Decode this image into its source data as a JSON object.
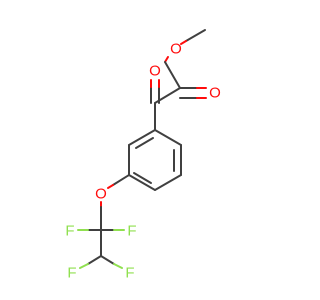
{
  "molecule": {
    "atom_labels": {
      "o_ester_single": "O",
      "o_ester_double": "O",
      "o_ketone": "O",
      "o_ether": "O",
      "f1": "F",
      "f2": "F",
      "f3": "F",
      "f4": "F"
    },
    "colors": {
      "carbon_bond": "#404040",
      "oxygen": "#ff0d0d",
      "fluorine": "#90e050",
      "background": "#ffffff"
    }
  }
}
